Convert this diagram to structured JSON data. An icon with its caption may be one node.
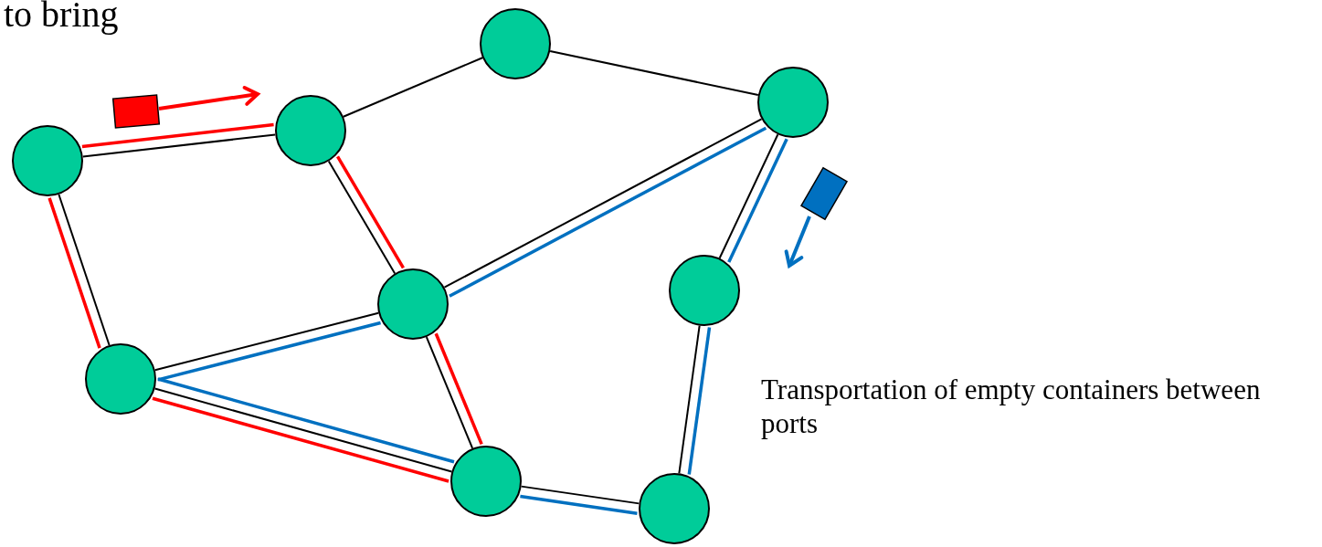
{
  "diagram": {
    "nodes": [
      {
        "text": [],
        "shape": "circle"
      },
      {
        "text": [],
        "shape": "circle"
      },
      {
        "text": [],
        "shape": "circle"
      },
      {
        "text": [],
        "shape": "circle"
      },
      {
        "text": [],
        "shape": "circle"
      },
      {
        "text": [],
        "shape": "circle"
      },
      {
        "text": [],
        "shape": "circle"
      },
      {
        "text": [],
        "shape": "circle"
      },
      {
        "text": [],
        "shape": "circle"
      }
    ],
    "edges": [
      {
        "from": 0,
        "to": 1,
        "arrow": "none"
      },
      {
        "from": 1,
        "to": 2,
        "arrow": "none"
      },
      {
        "from": 2,
        "to": 3,
        "arrow": "none"
      },
      {
        "from": 1,
        "to": 4,
        "arrow": "none"
      },
      {
        "from": 0,
        "to": 6,
        "arrow": "none"
      },
      {
        "from": 6,
        "to": 4,
        "arrow": "none"
      },
      {
        "from": 4,
        "to": 3,
        "arrow": "none"
      },
      {
        "from": 3,
        "to": 5,
        "arrow": "none"
      },
      {
        "from": 5,
        "to": 8,
        "arrow": "none"
      },
      {
        "from": 6,
        "to": 7,
        "arrow": "none"
      },
      {
        "from": 4,
        "to": 7,
        "arrow": "none"
      },
      {
        "from": 7,
        "to": 8,
        "arrow": "none"
      },
      {
        "from": 0,
        "to": 1,
        "arrow": "none",
        "color": "#ff0000"
      },
      {
        "from": 1,
        "to": 4,
        "arrow": "none",
        "color": "#ff0000"
      },
      {
        "from": 0,
        "to": 6,
        "arrow": "none",
        "color": "#ff0000"
      },
      {
        "from": 6,
        "to": 7,
        "arrow": "none",
        "color": "#ff0000"
      },
      {
        "from": 4,
        "to": 7,
        "arrow": "none",
        "color": "#ff0000"
      },
      {
        "from": 3,
        "to": 4,
        "arrow": "none",
        "color": "#0070c0"
      },
      {
        "from": 4,
        "to": 6,
        "arrow": "none",
        "color": "#0070c0"
      },
      {
        "from": 6,
        "to": 7,
        "arrow": "none",
        "color": "#0070c0"
      },
      {
        "from": 7,
        "to": 8,
        "arrow": "none",
        "color": "#0070c0"
      },
      {
        "from": 8,
        "to": 5,
        "arrow": "none",
        "color": "#0070c0"
      },
      {
        "from": 5,
        "to": 3,
        "arrow": "none",
        "color": "#0070c0"
      }
    ],
    "labels": [
      "to bring",
      "Transportation of empty containers between ports"
    ]
  }
}
